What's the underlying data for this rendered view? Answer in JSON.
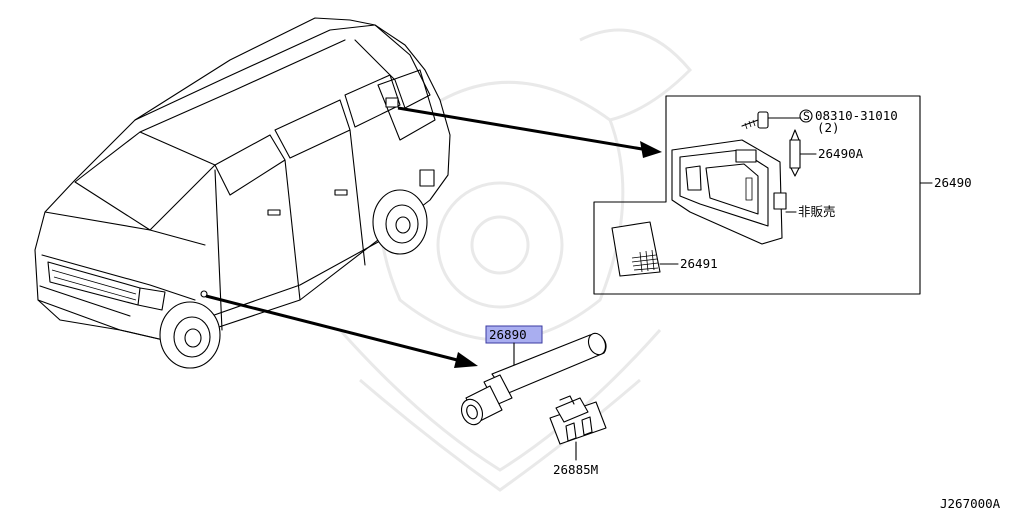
{
  "labels": {
    "screw_part": "08310-31010",
    "screw_qty": "(2)",
    "bulb": "26490A",
    "assembly": "26490",
    "not_sold": "非販売",
    "lens": "26491",
    "highlighted_part": "26890",
    "clip": "26885M",
    "diagram_code": "J267000A"
  },
  "symbols": {
    "standard_part": "S"
  },
  "colors": {
    "highlight_fill": "#a9aef0",
    "highlight_border": "#3a3aa0",
    "line": "#000000",
    "watermark": "#e9e9e9"
  }
}
